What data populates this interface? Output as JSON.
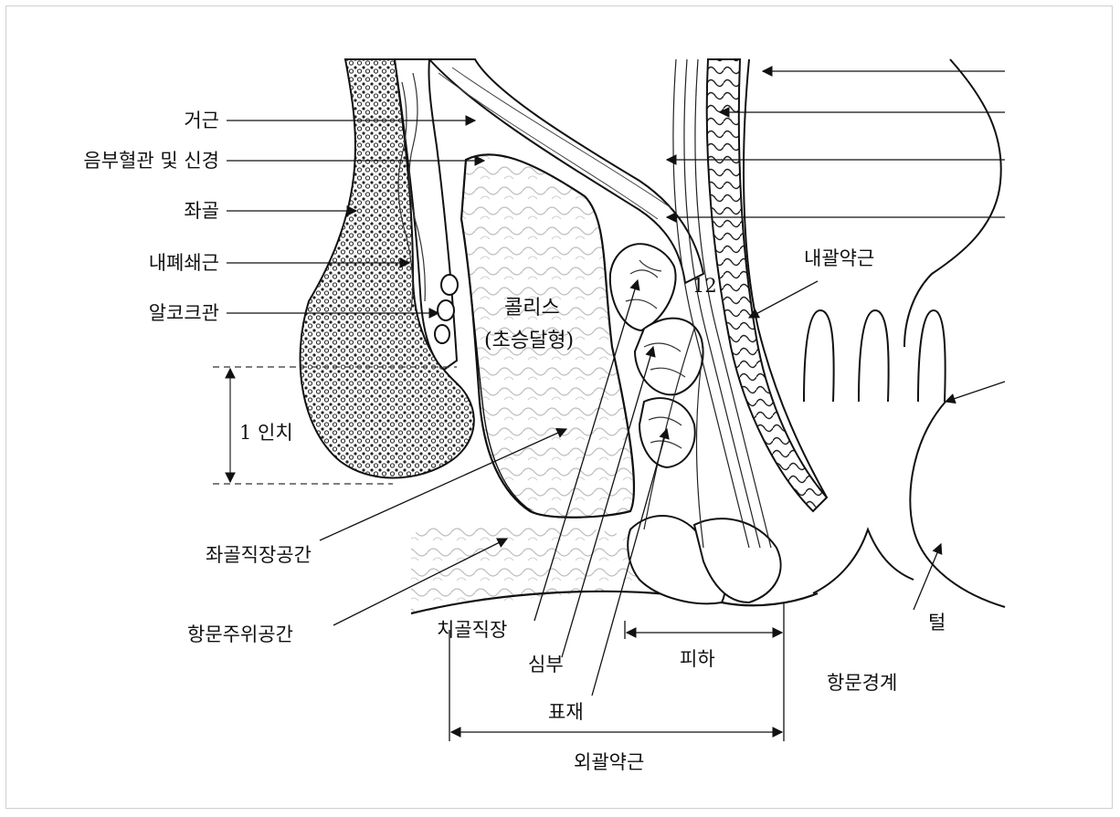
{
  "labels": {
    "levator": "거근",
    "pudendal": "음부혈관 및 신경",
    "ischium": "좌골",
    "obturator_internus": "내폐쇄근",
    "alcock": "알코크관",
    "one_inch": "1 인치",
    "ischiorectal_space": "좌골직장공간",
    "perianal_space": "항문주위공간",
    "colles_line1": "콜리스",
    "colles_line2": "(초승달형)",
    "internal_sphincter": "내괄약근",
    "number_12": "12",
    "puborectalis": "치골직장",
    "deep": "심부",
    "superficial": "표재",
    "subcutaneous": "피하",
    "external_sphincter": "외괄약근",
    "hair": "털",
    "anal_verge": "항문경계"
  }
}
